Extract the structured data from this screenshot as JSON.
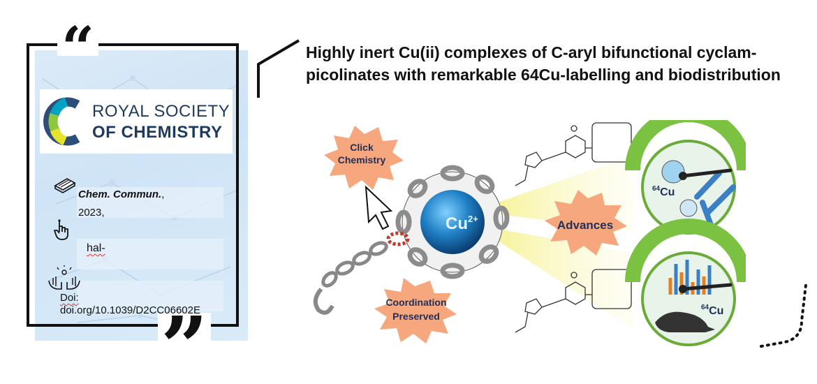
{
  "card": {
    "logo_line1": "ROYAL SOCIETY",
    "logo_line2": "OF CHEMISTRY",
    "journal": "Chem. Commun.",
    "journal_suffix": ",",
    "year": "2023,",
    "hal": "hal-",
    "doi_label": "Doi:",
    "doi_value": "doi.org/10.1039/D2CC06602E",
    "open_quote": "“",
    "close_quote": "”"
  },
  "title": "Highly inert Cu(ii) complexes of C-aryl bifunctional cyclam-picolinates with remarkable 64Cu-labelling and biodistribution",
  "figure": {
    "click_line1": "Click",
    "click_line2": "Chemistry",
    "advances": "Advances",
    "coord_line1": "Coordination",
    "coord_line2": "Preserved",
    "ion": "Cu",
    "ion_charge": "2+",
    "isotope_mass": "64",
    "isotope_symbol": "Cu"
  },
  "colors": {
    "starburst": "#f6a77e",
    "gauge_green": "#7bc142",
    "sphere_blue": "#1f7fc4",
    "beam_yellow": "#f6f19a",
    "antibody_blue": "#3b7fc4"
  }
}
